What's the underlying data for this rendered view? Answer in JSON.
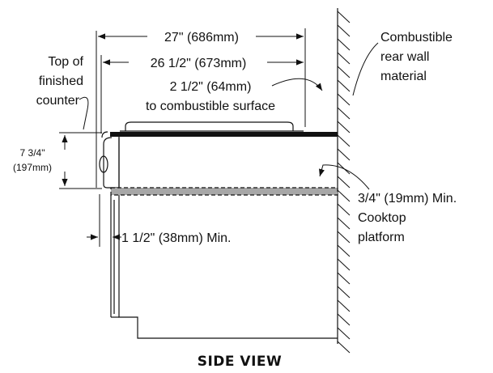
{
  "title": "SIDE VIEW",
  "labels": {
    "wall_line1": "Combustible",
    "wall_line2": "rear wall",
    "wall_line3": "material",
    "dim_27": "27\" (686mm)",
    "dim_26": "26 1/2\" (673mm)",
    "dim_2half_line1": "2 1/2\" (64mm)",
    "dim_2half_line2": "to combustible surface",
    "counter_line1": "Top of",
    "counter_line2": "finished",
    "counter_line3": "counter",
    "dim_7_line1": "7 3/4\"",
    "dim_7_line2": "(197mm)",
    "dim_1half": "1 1/2\" (38mm) Min.",
    "platform_line1": "3/4\" (19mm) Min.",
    "platform_line2": "Cooktop",
    "platform_line3": "platform"
  },
  "colors": {
    "line": "#111111",
    "platform_fill": "#a7a7a7"
  }
}
